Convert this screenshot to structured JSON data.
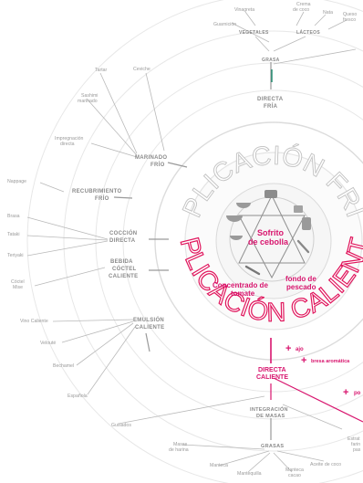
{
  "top_leaves": {
    "guarnicion": "Guarnición",
    "vinagreta": "Vinagreta",
    "crema_coco_1": "Crema",
    "crema_coco_2": "de coco",
    "nata": "Nata",
    "queso_1": "Queso",
    "queso_2": "fresco"
  },
  "top_groups": {
    "vegetales": "VEGETALES",
    "lacteos": "LÁCTEOS",
    "grasa": "GRASA"
  },
  "directa_fria": [
    "DIRECTA",
    "FRÍA"
  ],
  "left_leaves": {
    "ceviche": "Ceviche",
    "tartar": "Tartar",
    "sashimi_1": "Sashimi",
    "sashimi_2": "marinado",
    "impregnacion_1": "Impregnación",
    "impregnacion_2": "directa",
    "nappage": "Nappage",
    "brasa": "Brasa",
    "tataki": "Tataki",
    "teriyaki": "Teriyaki",
    "coctel_mise_1": "Cóctel",
    "coctel_mise_2": "Mise",
    "vino_caliente": "Vino Caliente",
    "velouté": "Velouté",
    "bechamel": "Bechamel",
    "espanola": "Española",
    "guisados": "Guisados"
  },
  "left_groups": {
    "marinado": [
      "MARINADO",
      "FRÍO"
    ],
    "recubrimiento": [
      "RECUBRIMIENTO",
      "FRÍO"
    ],
    "coccion": [
      "COCCIÓN",
      "DIRECTA"
    ],
    "bebida": [
      "BEBIDA",
      "CÓCTEL",
      "CALIENTE"
    ],
    "emulsion": [
      "EMULSIÓN",
      "CALIENTE"
    ]
  },
  "ring_titles": {
    "fria": "APLICACIÓN FRÍA",
    "caliente": "APLICACIÓN CALIENTE"
  },
  "center": {
    "sofrito": [
      "Sofrito",
      "de cebolla"
    ],
    "concentrado": [
      "Concentrado de",
      "tomate"
    ],
    "fondo": [
      "fondo de",
      "pescado"
    ]
  },
  "directa_caliente": [
    "DIRECTA",
    "CALIENTE"
  ],
  "plus_items": {
    "ajo": "ajo",
    "bresa": "bresa aromática",
    "po": "po"
  },
  "bottom_groups": {
    "integracion": [
      "INTEGRACIÓN",
      "DE MASAS"
    ],
    "grasas": "GRASAS"
  },
  "bottom_leaves": {
    "masas_1": "Masas",
    "masas_2": "de harina",
    "manteca": "Manteca",
    "mantequilla": "Mantequilla",
    "manteca_cacao_1": "Manteca",
    "manteca_cacao_2": "cacao",
    "aceite_coco": "Aceite de coco",
    "estr_1": "Estrat",
    "estr_2": "farin",
    "estr_3": "pas"
  },
  "colors": {
    "accent": "#d8156e",
    "text_gray": "#8a8a8a",
    "ring": "#e7e7e7",
    "teal": "#1a8a6c"
  }
}
